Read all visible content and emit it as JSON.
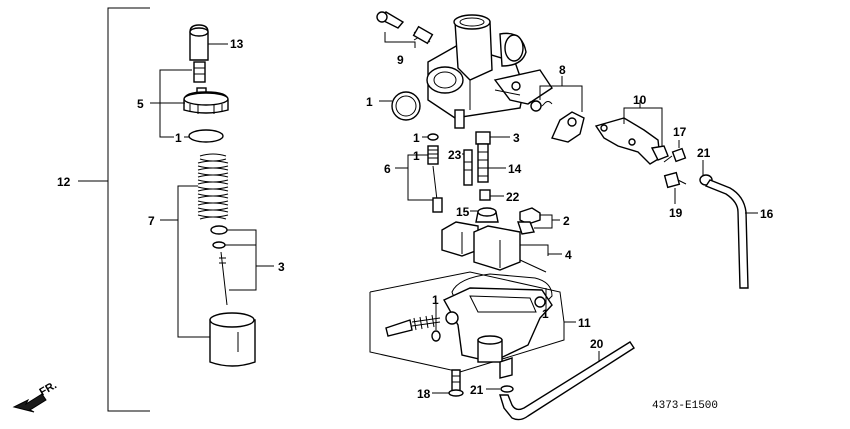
{
  "callouts": {
    "c12": "12",
    "c13": "13",
    "c5": "5",
    "c1a": "1",
    "c7": "7",
    "c3a": "3",
    "c9": "9",
    "c1b": "1",
    "c8": "8",
    "c10": "10",
    "c17": "17",
    "c21a": "21",
    "c19": "19",
    "c16": "16",
    "c1c": "1",
    "c1d": "1",
    "c6": "6",
    "c23": "23",
    "c3b": "3",
    "c14": "14",
    "c22": "22",
    "c15": "15",
    "c2": "2",
    "c4": "4",
    "c1e": "1",
    "c1f": "1",
    "c11": "11",
    "c20": "20",
    "c18": "18",
    "c21b": "21"
  },
  "direction_label": "FR.",
  "diagram_code": "4373-E1500"
}
